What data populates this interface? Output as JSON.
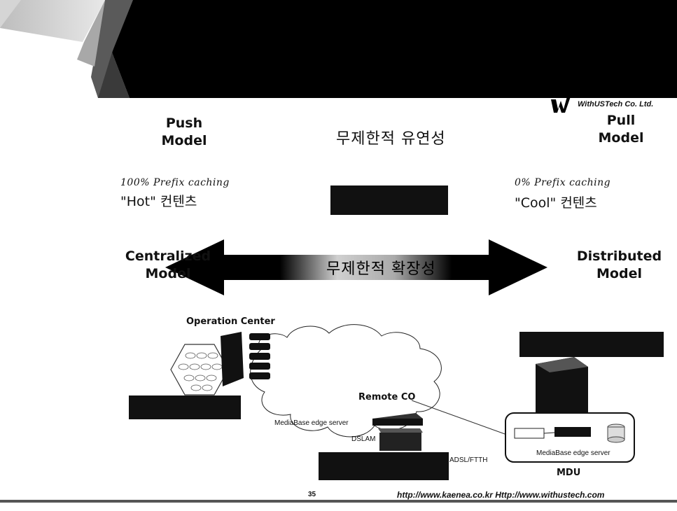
{
  "header": {
    "logo_text": "WithUSTech Co. Ltd."
  },
  "push_model": {
    "line1": "Push",
    "line2": "Model"
  },
  "pull_model": {
    "line1": "Pull",
    "line2": "Model"
  },
  "flexibility_title": "무제한적 유연성",
  "left_caching": {
    "line1": "100% Prefix caching",
    "line2": "\"Hot\" 컨텐츠"
  },
  "right_caching": {
    "line1": "0% Prefix caching",
    "line2": "\"Cool\" 컨텐츠"
  },
  "centralized_model": {
    "line1": "Centralized",
    "line2": "Model"
  },
  "distributed_model": {
    "line1": "Distributed",
    "line2": "Model"
  },
  "scalability_title": "무제한적 확장성",
  "diagram": {
    "operation_center": "Operation Center",
    "remote_co": "Remote CO",
    "mediabase_edge_server_left": "MediaBase edge server",
    "dslam": "DSLAM",
    "adsl_ftth": "ADSL/FTTH",
    "mediabase_edge_server_right": "MediaBase edge server",
    "mdu": "MDU"
  },
  "footer": {
    "page_number": "35",
    "url_text": "http://www.kaenea.co.kr  Http://www.withustech.com"
  }
}
